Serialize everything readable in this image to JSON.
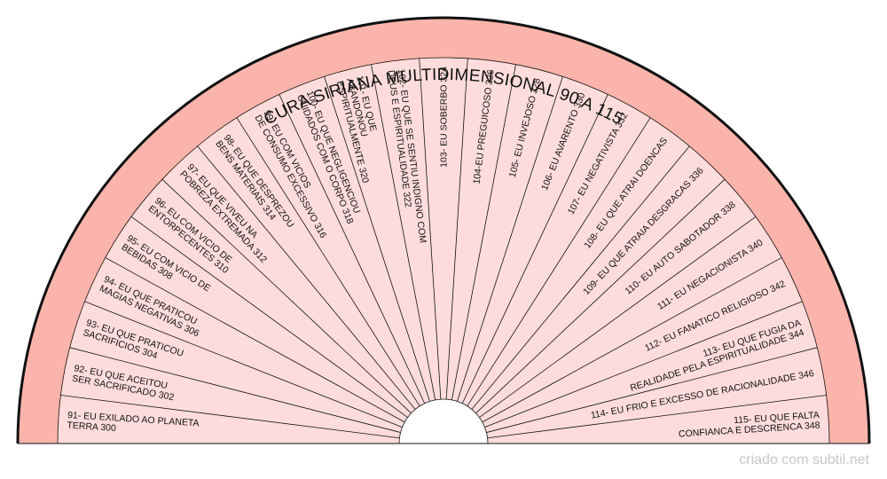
{
  "title": "CURA SIRIANA MULTIDIMENSIONAL 90 A 115",
  "credit": "criado com subtil.net",
  "colors": {
    "outer_ring": "#fbb4ab",
    "segment_fill": "#ffdcdc",
    "line": "#111111",
    "text": "#111111",
    "credit": "#c8c8c8"
  },
  "segments": [
    {
      "lines": [
        "91- EU EXILADO AO PLANETA",
        "TERRA 300"
      ]
    },
    {
      "lines": [
        "92- EU QUE ACEITOU",
        "SER SACRIFICADO 302"
      ]
    },
    {
      "lines": [
        "93- EU QUE PRATICOU",
        "SACRIFICIOS 304"
      ]
    },
    {
      "lines": [
        "94- EU QUE PRATICOU",
        "MAGIAS NEGATIVAS 306"
      ]
    },
    {
      "lines": [
        "95- EU COM VICIO DE",
        "BEBIDAS 308"
      ]
    },
    {
      "lines": [
        "96- EU COM VICIO DE",
        "ENTORPECENTES 310"
      ]
    },
    {
      "lines": [
        "97- EU QUE VIVEU NA",
        "POBREZA EXTREMADA 312"
      ]
    },
    {
      "lines": [
        "98- EU QUE DESPREZOU",
        "BENS MATERIAIS 314"
      ]
    },
    {
      "lines": [
        "99- EU COM VICIOS",
        "DE CONSUMO EXCESSIVO 316"
      ]
    },
    {
      "lines": [
        "100- EU QUE NEGLIGENCIOU",
        "CUIDADOS COM O CORPO 318"
      ]
    },
    {
      "lines": [
        "101- EU QUE",
        "ABANDONOU",
        "ESPIRITUALMENTE 320"
      ]
    },
    {
      "lines": [
        "102- EU QUE SE SENTIU INDIGNO COM",
        "DEUS E ESPIRITUALIDADE 322"
      ]
    },
    {
      "lines": [
        "103- EU SOBERBO 324"
      ]
    },
    {
      "lines": [
        "104-EU PREGUICOSO 326"
      ]
    },
    {
      "lines": [
        "105- EU INVEJOSO 328"
      ]
    },
    {
      "lines": [
        "106- EU AVARENTO 330"
      ]
    },
    {
      "lines": [
        "107- EU NEGATIVISTA 332"
      ]
    },
    {
      "lines": [
        "108- EU QUE ATRAI DOENCAS"
      ]
    },
    {
      "lines": [
        "109- EU QUE ATRAIA DESGRACAS 336"
      ]
    },
    {
      "lines": [
        "110- EU AUTO SABOTADOR 338"
      ]
    },
    {
      "lines": [
        "111- EU NEGACIONISTA 340"
      ]
    },
    {
      "lines": [
        "112- EU FANATICO RELIGIOSO 342"
      ]
    },
    {
      "lines": [
        "113- EU QUE FUGIA DA",
        "REALIDADE PELA ESPIRITUALIDADE 344"
      ]
    },
    {
      "lines": [
        "114- EU FRIO E EXCESSO DE RACIONALIDADE 346"
      ]
    },
    {
      "lines": [
        "115- EU QUE FALTA",
        "CONFIANCA E DESCRENCA 348"
      ]
    }
  ]
}
